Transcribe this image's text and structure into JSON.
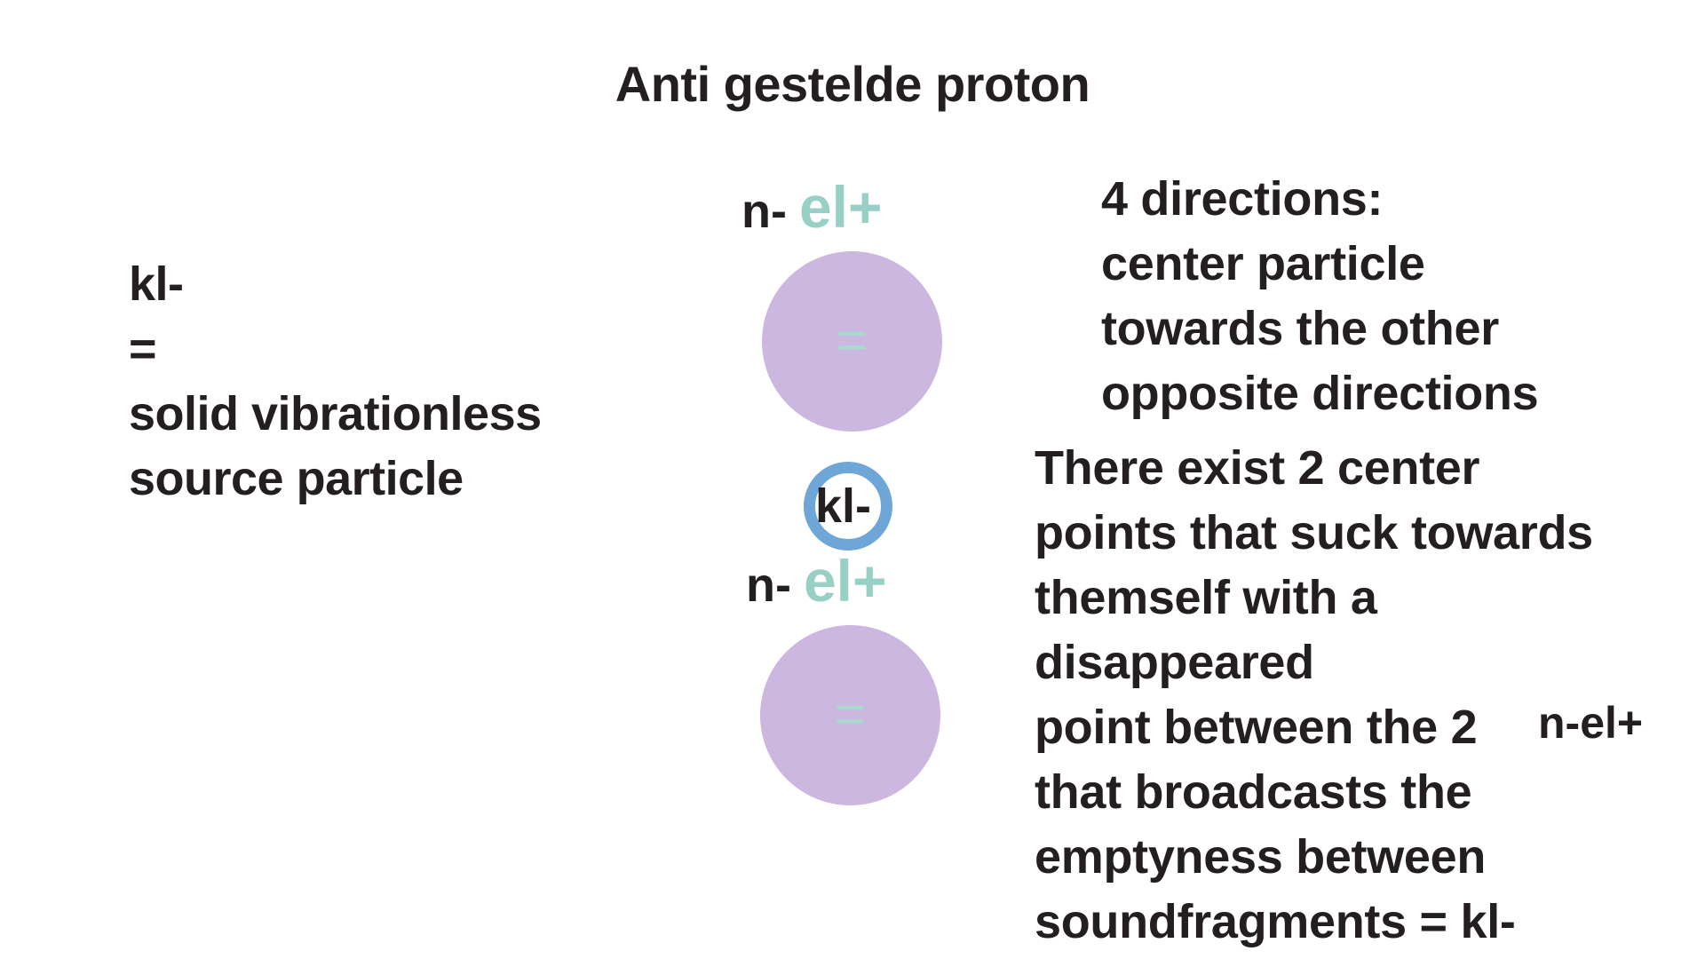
{
  "title": "Anti gestelde proton",
  "left_text": [
    "kl-",
    "=",
    "solid vibrationless",
    "source particle"
  ],
  "top_pair": {
    "neg": "n-",
    "pos": "el+"
  },
  "top_circle_symbol": "=",
  "center_ring_label": "kl-",
  "bottom_pair": {
    "neg": "n-",
    "pos": "el+"
  },
  "bottom_circle_symbol": "=",
  "right_top_text": [
    "4 directions:",
    "center particle",
    "towards the other",
    "opposite directions"
  ],
  "right_bottom_text": [
    "There exist 2 center",
    "points that suck towards",
    "themself  with a",
    "disappeared",
    "point between the 2",
    "that broadcasts the",
    "emptyness between",
    "soundfragments = kl-"
  ],
  "inline_label": "n-el+",
  "colors": {
    "text": "#231f20",
    "circle_fill": "#cbb7df",
    "teal": "#98d0c5",
    "ring_blue": "#6ea6d8"
  }
}
